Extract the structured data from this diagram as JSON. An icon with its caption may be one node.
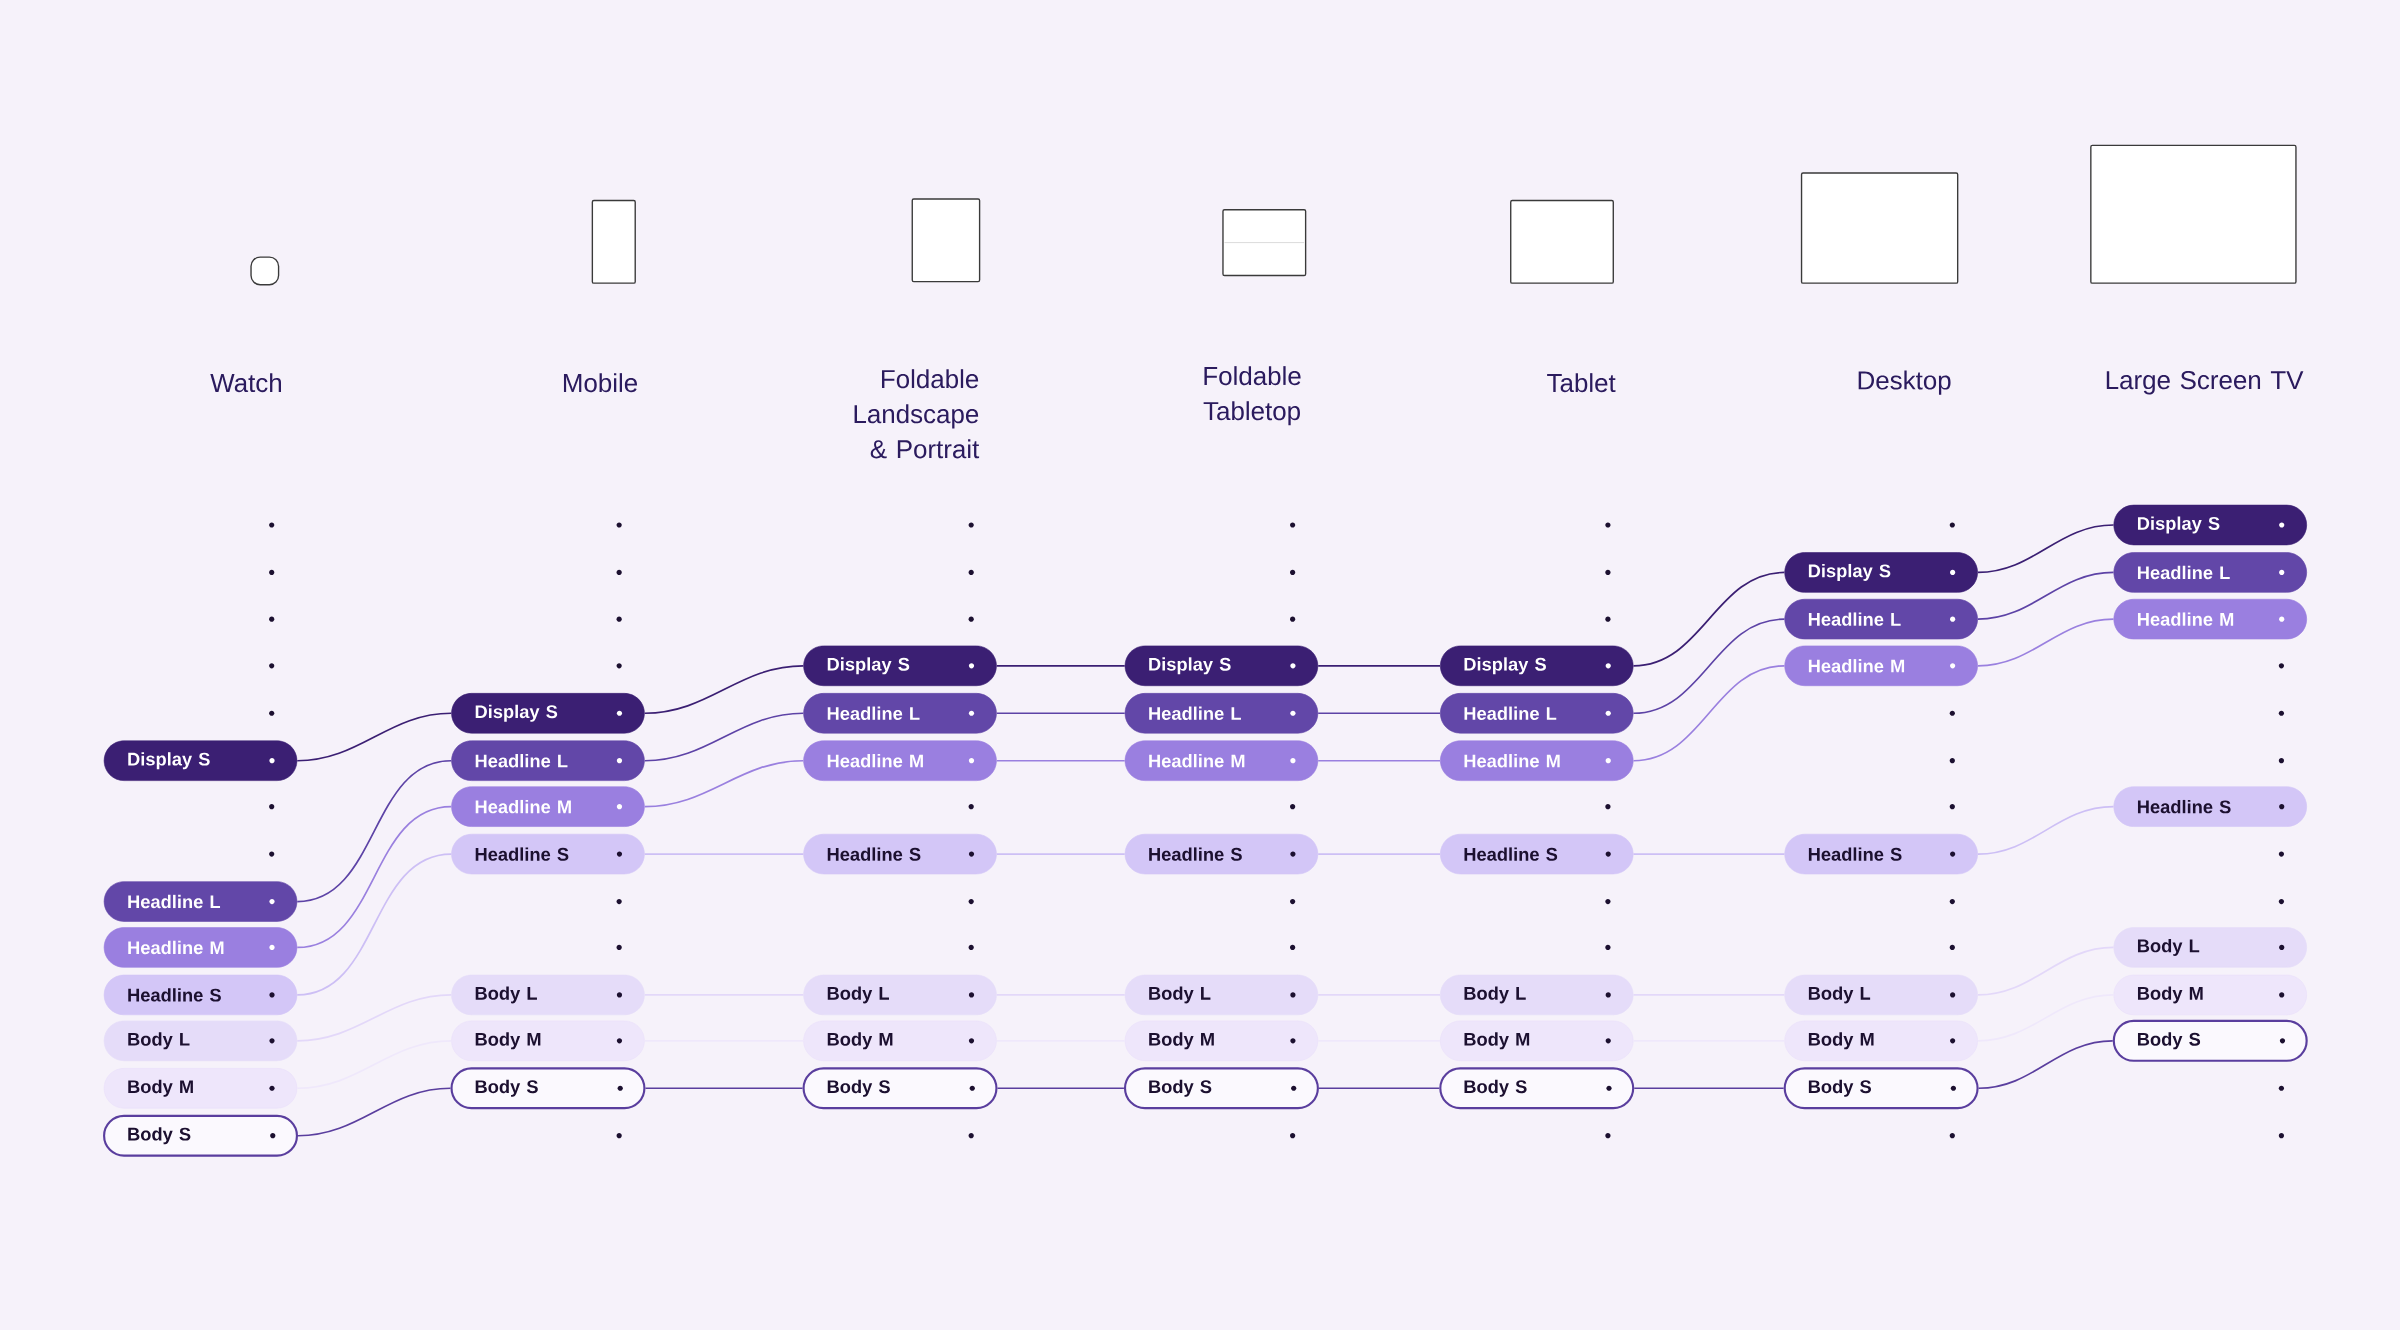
{
  "diagram": {
    "nodes": [
      {
        "text": [
          "Display S"
        ]
      },
      {
        "text": [
          "Headline L"
        ]
      },
      {
        "text": [
          "Headline M"
        ]
      },
      {
        "text": [
          "Headline S"
        ]
      },
      {
        "text": [
          "Body L"
        ]
      },
      {
        "text": [
          "Body M"
        ]
      },
      {
        "text": [
          "Body S"
        ]
      },
      {
        "text": [
          "Display S"
        ]
      },
      {
        "text": [
          "Headline L"
        ]
      },
      {
        "text": [
          "Headline M"
        ]
      },
      {
        "text": [
          "Headline S"
        ]
      },
      {
        "text": [
          "Body L"
        ]
      },
      {
        "text": [
          "Body M"
        ]
      },
      {
        "text": [
          "Body S"
        ]
      },
      {
        "text": [
          "Display S"
        ]
      },
      {
        "text": [
          "Headline L"
        ]
      },
      {
        "text": [
          "Headline M"
        ]
      },
      {
        "text": [
          "Headline S"
        ]
      },
      {
        "text": [
          "Body L"
        ]
      },
      {
        "text": [
          "Body M"
        ]
      },
      {
        "text": [
          "Body S"
        ]
      },
      {
        "text": [
          "Display S"
        ]
      },
      {
        "text": [
          "Headline L"
        ]
      },
      {
        "text": [
          "Headline M"
        ]
      },
      {
        "text": [
          "Headline S"
        ]
      },
      {
        "text": [
          "Body L"
        ]
      },
      {
        "text": [
          "Body M"
        ]
      },
      {
        "text": [
          "Body S"
        ]
      },
      {
        "text": [
          "Display S"
        ]
      },
      {
        "text": [
          "Headline L"
        ]
      },
      {
        "text": [
          "Headline M"
        ]
      },
      {
        "text": [
          "Headline S"
        ]
      },
      {
        "text": [
          "Body L"
        ]
      },
      {
        "text": [
          "Body M"
        ]
      },
      {
        "text": [
          "Body S"
        ]
      },
      {
        "text": [
          "Display S"
        ]
      },
      {
        "text": [
          "Headline L"
        ]
      },
      {
        "text": [
          "Headline M"
        ]
      },
      {
        "text": [
          "Headline S"
        ]
      },
      {
        "text": [
          "Body L"
        ]
      },
      {
        "text": [
          "Body M"
        ]
      },
      {
        "text": [
          "Body S"
        ]
      },
      {
        "text": [
          "Display S"
        ]
      },
      {
        "text": [
          "Headline L"
        ]
      },
      {
        "text": [
          "Headline M"
        ]
      },
      {
        "text": [
          "Headline S"
        ]
      },
      {
        "text": [
          "Body L"
        ]
      },
      {
        "text": [
          "Body M"
        ]
      },
      {
        "text": [
          "Body S"
        ]
      },
      {
        "text": [],
        "shape": "box"
      },
      {
        "text": [],
        "shape": "box"
      },
      {
        "text": [],
        "shape": "box"
      },
      {
        "text": [],
        "shape": "box"
      },
      {
        "text": [],
        "shape": "box"
      },
      {
        "text": [],
        "shape": "box"
      },
      {
        "text": [],
        "shape": "box"
      }
    ],
    "edges": [
      {
        "from": 0,
        "to": 7,
        "arrow": "none",
        "color": "#3b1f73"
      },
      {
        "from": 1,
        "to": 8,
        "arrow": "none",
        "color": "#5d43a6"
      },
      {
        "from": 2,
        "to": 9,
        "arrow": "none",
        "color": "#9a80df"
      },
      {
        "from": 3,
        "to": 10,
        "arrow": "none",
        "color": "#cdbff5"
      },
      {
        "from": 4,
        "to": 11,
        "arrow": "none",
        "color": "#e3d8f9"
      },
      {
        "from": 5,
        "to": 12,
        "arrow": "none",
        "color": "#efe8fb"
      },
      {
        "from": 6,
        "to": 13,
        "arrow": "none",
        "color": "#5a3e9e"
      },
      {
        "from": 7,
        "to": 14,
        "arrow": "none",
        "color": "#3b1f73"
      },
      {
        "from": 8,
        "to": 15,
        "arrow": "none",
        "color": "#5d43a6"
      },
      {
        "from": 9,
        "to": 16,
        "arrow": "none",
        "color": "#9a80df"
      },
      {
        "from": 10,
        "to": 17,
        "arrow": "none",
        "color": "#cdbff5"
      },
      {
        "from": 11,
        "to": 18,
        "arrow": "none",
        "color": "#e3d8f9"
      },
      {
        "from": 12,
        "to": 19,
        "arrow": "none",
        "color": "#efe8fb"
      },
      {
        "from": 13,
        "to": 20,
        "arrow": "none",
        "color": "#5a3e9e"
      },
      {
        "from": 14,
        "to": 21,
        "arrow": "none",
        "color": "#3b1f73"
      },
      {
        "from": 15,
        "to": 22,
        "arrow": "none",
        "color": "#5d43a6"
      },
      {
        "from": 16,
        "to": 23,
        "arrow": "none",
        "color": "#9a80df"
      },
      {
        "from": 17,
        "to": 24,
        "arrow": "none",
        "color": "#cdbff5"
      },
      {
        "from": 18,
        "to": 25,
        "arrow": "none",
        "color": "#e3d8f9"
      },
      {
        "from": 19,
        "to": 26,
        "arrow": "none",
        "color": "#efe8fb"
      },
      {
        "from": 20,
        "to": 27,
        "arrow": "none",
        "color": "#5a3e9e"
      },
      {
        "from": 21,
        "to": 28,
        "arrow": "none",
        "color": "#3b1f73"
      },
      {
        "from": 22,
        "to": 29,
        "arrow": "none",
        "color": "#5d43a6"
      },
      {
        "from": 23,
        "to": 30,
        "arrow": "none",
        "color": "#9a80df"
      },
      {
        "from": 24,
        "to": 31,
        "arrow": "none",
        "color": "#cdbff5"
      },
      {
        "from": 25,
        "to": 32,
        "arrow": "none",
        "color": "#e3d8f9"
      },
      {
        "from": 26,
        "to": 33,
        "arrow": "none",
        "color": "#efe8fb"
      },
      {
        "from": 27,
        "to": 34,
        "arrow": "none",
        "color": "#5a3e9e"
      },
      {
        "from": 28,
        "to": 35,
        "arrow": "none",
        "color": "#3b1f73"
      },
      {
        "from": 29,
        "to": 36,
        "arrow": "none",
        "color": "#5d43a6"
      },
      {
        "from": 30,
        "to": 37,
        "arrow": "none",
        "color": "#9a80df"
      },
      {
        "from": 31,
        "to": 38,
        "arrow": "none",
        "color": "#cdbff5"
      },
      {
        "from": 32,
        "to": 39,
        "arrow": "none",
        "color": "#e3d8f9"
      },
      {
        "from": 33,
        "to": 40,
        "arrow": "none",
        "color": "#efe8fb"
      },
      {
        "from": 34,
        "to": 41,
        "arrow": "none",
        "color": "#5a3e9e"
      },
      {
        "from": 35,
        "to": 42,
        "arrow": "none",
        "color": "#3b1f73"
      },
      {
        "from": 36,
        "to": 43,
        "arrow": "none",
        "color": "#5d43a6"
      },
      {
        "from": 37,
        "to": 44,
        "arrow": "none",
        "color": "#9a80df"
      },
      {
        "from": 38,
        "to": 45,
        "arrow": "none",
        "color": "#cdbff5"
      },
      {
        "from": 39,
        "to": 46,
        "arrow": "none",
        "color": "#e3d8f9"
      },
      {
        "from": 40,
        "to": 47,
        "arrow": "none",
        "color": "#efe8fb"
      },
      {
        "from": 41,
        "to": 48,
        "arrow": "none",
        "color": "#5a3e9e"
      }
    ],
    "labels": [
      "Watch",
      "Mobile",
      "Foldable Landscape & Portrait",
      "Foldable Tabletop",
      "Tablet",
      "Desktop",
      "Large Screen TV"
    ]
  }
}
